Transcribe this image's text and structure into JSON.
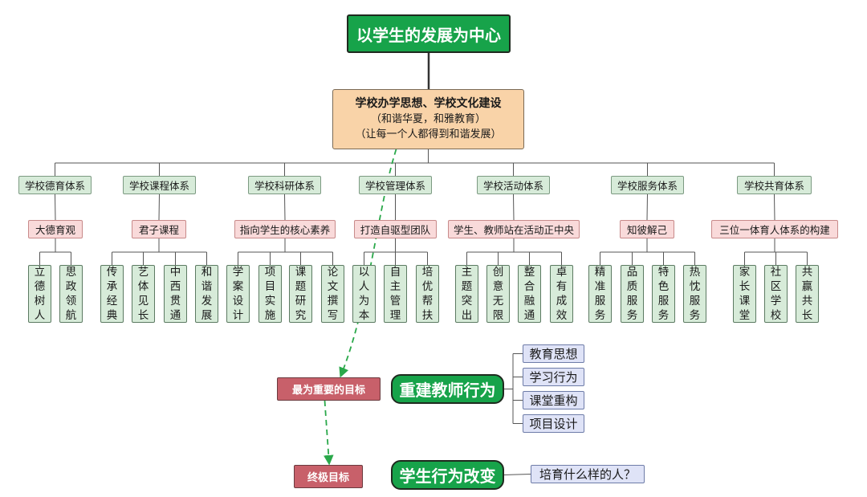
{
  "root": {
    "label": "以学生的发展为中心"
  },
  "center": {
    "line1": "学校办学思想、学校文化建设",
    "line2": "（和谐华夏，和雅教育）",
    "line3": "（让每一个人都得到和谐发展）"
  },
  "systems": [
    {
      "name": "学校德育体系",
      "theme": "大德育观",
      "leaves": [
        "立德树人",
        "思政领航"
      ]
    },
    {
      "name": "学校课程体系",
      "theme": "君子课程",
      "leaves": [
        "传承经典",
        "艺体见长",
        "中西贯通",
        "和谐发展"
      ]
    },
    {
      "name": "学校科研体系",
      "theme": "指向学生的核心素养",
      "leaves": [
        "学案设计",
        "项目实施",
        "课题研究",
        "论文撰写"
      ]
    },
    {
      "name": "学校管理体系",
      "theme": "打造自驱型团队",
      "leaves": [
        "以人为本",
        "自主管理",
        "培优帮扶"
      ]
    },
    {
      "name": "学校活动体系",
      "theme": "学生、教师站在活动正中央",
      "leaves": [
        "主题突出",
        "创意无限",
        "整合融通",
        "卓有成效"
      ]
    },
    {
      "name": "学校服务体系",
      "theme": "知彼解己",
      "leaves": [
        "精准服务",
        "品质服务",
        "特色服务",
        "热忱服务"
      ]
    },
    {
      "name": "学校共育体系",
      "theme": "三位一体育人体系的构建",
      "leaves": [
        "家长课堂",
        "社区学校",
        "共赢共长"
      ]
    }
  ],
  "goals": {
    "important": "最为重要的目标",
    "ultimate": "终极目标"
  },
  "teacher": {
    "title": "重建教师行为",
    "items": [
      "教育思想",
      "学习行为",
      "课堂重构",
      "项目设计"
    ]
  },
  "student": {
    "title": "学生行为改变",
    "question": "培育什么样的人？"
  },
  "colors": {
    "green": "#17a34a",
    "peach": "#f9d3a8",
    "mint": "#d7ebd9",
    "pink": "#f9dada",
    "rose": "#c8606a",
    "lavender": "#dfe3f7",
    "dashed_arrow": "#2aa84a"
  }
}
